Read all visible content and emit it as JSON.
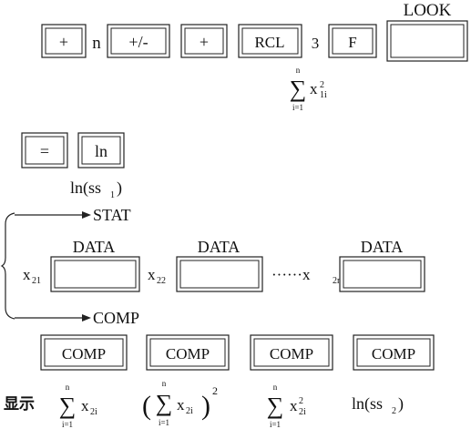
{
  "row1": {
    "plus_key_1": "+",
    "n_text": "n",
    "plusminus_key": "+/-",
    "plus_key_2": "+",
    "rcl_key": "RCL",
    "digit_3": "3",
    "f_key": "F",
    "look_label": "LOOK",
    "sum_x_sq_label": "x",
    "sum_x_sq_sub": "1i",
    "sum_x_sq_sup": "2",
    "sigma_top": "n",
    "sigma_bottom": "i=1"
  },
  "row2": {
    "equals_key": "=",
    "ln_key": "ln",
    "ln_result": "ln(ss",
    "ln_result_sub": "1",
    "ln_result_close": ")"
  },
  "branch": {
    "stat_label": "STAT",
    "comp_label": "COMP",
    "data_labels": [
      "DATA",
      "DATA",
      "DATA"
    ],
    "x21": "x",
    "x21_sub": "21",
    "x22": "x",
    "x22_sub": "22",
    "dots": "······x",
    "x2n_sub": "2n"
  },
  "comp_keys": [
    "COMP",
    "COMP",
    "COMP",
    "COMP"
  ],
  "bottom": {
    "display_label": "显示",
    "sigma_top": "n",
    "sigma_bottom": "i=1",
    "sum_x2i": "x",
    "sum_x2i_sub": "2i",
    "sq_sum_x2i": "x",
    "sq_sum_x2i_sub": "2i",
    "sq_exp": "2",
    "sum_x2i_sq": "x",
    "sum_x2i_sq_sub": "2i",
    "sum_x2i_sq_sup": "2",
    "ln_ss2": "ln(ss",
    "ln_ss2_sub": "2",
    "ln_ss2_close": ")"
  }
}
